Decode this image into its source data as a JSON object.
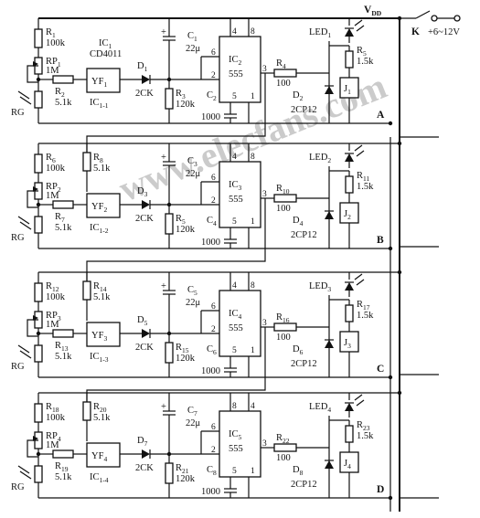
{
  "supply": {
    "vdd": "V",
    "vdd_sub": "DD",
    "switch": "K",
    "range": "+6~12V"
  },
  "header_ic": {
    "ref": "IC",
    "ref_sub": "1",
    "part": "CD4011"
  },
  "watermark": "www.elecfans.com",
  "stages": [
    {
      "line": "A",
      "r_top": {
        "ref": "R",
        "sub": "1",
        "val": "100k"
      },
      "rp": {
        "ref": "RP",
        "sub": "1",
        "val": "1M"
      },
      "r_gate": {
        "ref": "R",
        "sub": "2",
        "val": "5.1k"
      },
      "r_pull": null,
      "rg": "RG",
      "gate": {
        "ref": "YF",
        "sub": "1"
      },
      "gate_ic": {
        "ref": "IC",
        "sub": "1-1"
      },
      "diode": {
        "ref": "D",
        "sub": "1",
        "val": "2CK"
      },
      "cap_top": {
        "ref": "C",
        "sub": "1",
        "val": "22μ"
      },
      "r_tim": {
        "ref": "R",
        "sub": "3",
        "val": "120k"
      },
      "cap_bot": {
        "ref": "C",
        "sub": "2",
        "val": "1000"
      },
      "timer": {
        "ref": "IC",
        "sub": "2",
        "val": "555",
        "p_vcc": "8",
        "p_rst": "4",
        "p_thr": "6",
        "p_trg": "2",
        "p_out": "3",
        "p_cv": "5",
        "p_gnd": "1"
      },
      "r_out": {
        "ref": "R",
        "sub": "4",
        "val": "100"
      },
      "diode_fw": {
        "ref": "D",
        "sub": "2",
        "val": "2CP12"
      },
      "led": {
        "ref": "LED",
        "sub": "1"
      },
      "r_led": {
        "ref": "R",
        "sub": "5",
        "val": "1.5k"
      },
      "relay": {
        "ref": "J",
        "sub": "1"
      }
    },
    {
      "line": "B",
      "r_top": {
        "ref": "R",
        "sub": "6",
        "val": "100k"
      },
      "rp": {
        "ref": "RP",
        "sub": "2",
        "val": "1M"
      },
      "r_gate": {
        "ref": "R",
        "sub": "7",
        "val": "5.1k"
      },
      "r_pull": {
        "ref": "R",
        "sub": "8",
        "val": "5.1k"
      },
      "rg": "RG",
      "gate": {
        "ref": "YF",
        "sub": "2"
      },
      "gate_ic": {
        "ref": "IC",
        "sub": "1-2"
      },
      "diode": {
        "ref": "D",
        "sub": "3",
        "val": "2CK"
      },
      "cap_top": {
        "ref": "C",
        "sub": "3",
        "val": "22μ"
      },
      "r_tim": {
        "ref": "R",
        "sub": "5",
        "val": "120k"
      },
      "cap_bot": {
        "ref": "C",
        "sub": "4",
        "val": "1000"
      },
      "timer": {
        "ref": "IC",
        "sub": "3",
        "val": "555",
        "p_vcc": "8",
        "p_rst": "4",
        "p_thr": "6",
        "p_trg": "2",
        "p_out": "3",
        "p_cv": "5",
        "p_gnd": "1"
      },
      "r_out": {
        "ref": "R",
        "sub": "10",
        "val": "100"
      },
      "diode_fw": {
        "ref": "D",
        "sub": "4",
        "val": "2CP12"
      },
      "led": {
        "ref": "LED",
        "sub": "2"
      },
      "r_led": {
        "ref": "R",
        "sub": "11",
        "val": "1.5k"
      },
      "relay": {
        "ref": "J",
        "sub": "2"
      }
    },
    {
      "line": "C",
      "r_top": {
        "ref": "R",
        "sub": "12",
        "val": "100k"
      },
      "rp": {
        "ref": "RP",
        "sub": "3",
        "val": "1M"
      },
      "r_gate": {
        "ref": "R",
        "sub": "13",
        "val": "5.1k"
      },
      "r_pull": {
        "ref": "R",
        "sub": "14",
        "val": "5.1k"
      },
      "rg": "RG",
      "gate": {
        "ref": "YF",
        "sub": "3"
      },
      "gate_ic": {
        "ref": "IC",
        "sub": "1-3"
      },
      "diode": {
        "ref": "D",
        "sub": "5",
        "val": "2CK"
      },
      "cap_top": {
        "ref": "C",
        "sub": "5",
        "val": "22μ"
      },
      "r_tim": {
        "ref": "R",
        "sub": "15",
        "val": "120k"
      },
      "cap_bot": {
        "ref": "C",
        "sub": "6",
        "val": "1000"
      },
      "timer": {
        "ref": "IC",
        "sub": "4",
        "val": "555",
        "p_vcc": "8",
        "p_rst": "4",
        "p_thr": "6",
        "p_trg": "2",
        "p_out": "3",
        "p_cv": "5",
        "p_gnd": "1"
      },
      "r_out": {
        "ref": "R",
        "sub": "16",
        "val": "100"
      },
      "diode_fw": {
        "ref": "D",
        "sub": "6",
        "val": "2CP12"
      },
      "led": {
        "ref": "LED",
        "sub": "3"
      },
      "r_led": {
        "ref": "R",
        "sub": "17",
        "val": "1.5k"
      },
      "relay": {
        "ref": "J",
        "sub": "3"
      }
    },
    {
      "line": "D",
      "r_top": {
        "ref": "R",
        "sub": "18",
        "val": "100k"
      },
      "rp": {
        "ref": "RP",
        "sub": "4",
        "val": "1M"
      },
      "r_gate": {
        "ref": "R",
        "sub": "19",
        "val": "5.1k"
      },
      "r_pull": {
        "ref": "R",
        "sub": "20",
        "val": "5.1k"
      },
      "rg": "RG",
      "gate": {
        "ref": "YF",
        "sub": "4"
      },
      "gate_ic": {
        "ref": "IC",
        "sub": "1-4"
      },
      "diode": {
        "ref": "D",
        "sub": "7",
        "val": "2CK"
      },
      "cap_top": {
        "ref": "C",
        "sub": "7",
        "val": "22μ"
      },
      "r_tim": {
        "ref": "R",
        "sub": "21",
        "val": "120k"
      },
      "cap_bot": {
        "ref": "C",
        "sub": "8",
        "val": "1000"
      },
      "timer": {
        "ref": "IC",
        "sub": "5",
        "val": "555",
        "p_vcc": "4",
        "p_rst": "8",
        "p_thr": "6",
        "p_trg": "2",
        "p_out": "3",
        "p_cv": "5",
        "p_gnd": "1"
      },
      "r_out": {
        "ref": "R",
        "sub": "22",
        "val": "100"
      },
      "diode_fw": {
        "ref": "D",
        "sub": "8",
        "val": "2CP12"
      },
      "led": {
        "ref": "LED",
        "sub": "4"
      },
      "r_led": {
        "ref": "R",
        "sub": "23",
        "val": "1.5k"
      },
      "relay": {
        "ref": "J",
        "sub": "4"
      }
    }
  ]
}
